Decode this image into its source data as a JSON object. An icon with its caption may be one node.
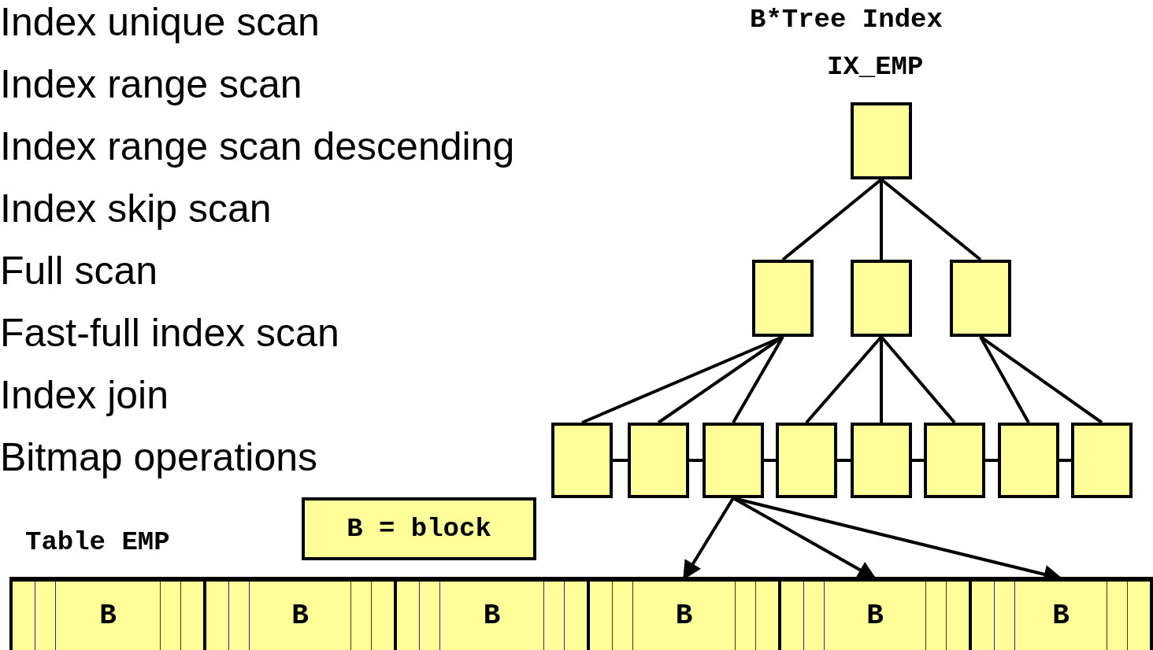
{
  "diagram": {
    "nodes": [
      {
        "text": [],
        "shape": "box"
      },
      {
        "text": [],
        "shape": "box"
      },
      {
        "text": [],
        "shape": "box"
      },
      {
        "text": [],
        "shape": "box"
      },
      {
        "text": [],
        "shape": "box"
      },
      {
        "text": [],
        "shape": "box"
      },
      {
        "text": [],
        "shape": "box"
      },
      {
        "text": [],
        "shape": "box"
      },
      {
        "text": [],
        "shape": "box"
      },
      {
        "text": [],
        "shape": "box"
      },
      {
        "text": [],
        "shape": "box"
      },
      {
        "text": [],
        "shape": "box"
      },
      {
        "text": [
          "B = block"
        ]
      },
      {
        "text": [
          "Table EMP"
        ]
      },
      {
        "text": [
          "B"
        ],
        "in": 13
      },
      {
        "text": [
          "B"
        ],
        "in": 13
      },
      {
        "text": [
          "B"
        ],
        "in": 13
      },
      {
        "text": [
          "B"
        ],
        "in": 13
      },
      {
        "text": [
          "B"
        ],
        "in": 13
      },
      {
        "text": [
          "B"
        ],
        "in": 13
      }
    ],
    "edges": [
      {
        "from": 0,
        "to": 1,
        "arrow": "none"
      },
      {
        "from": 0,
        "to": 2,
        "arrow": "none"
      },
      {
        "from": 0,
        "to": 3,
        "arrow": "none"
      },
      {
        "from": 1,
        "to": 4,
        "arrow": "none"
      },
      {
        "from": 1,
        "to": 5,
        "arrow": "none"
      },
      {
        "from": 1,
        "to": 6,
        "arrow": "none"
      },
      {
        "from": 2,
        "to": 7,
        "arrow": "none"
      },
      {
        "from": 2,
        "to": 8,
        "arrow": "none"
      },
      {
        "from": 2,
        "to": 9,
        "arrow": "none"
      },
      {
        "from": 3,
        "to": 10,
        "arrow": "none"
      },
      {
        "from": 3,
        "to": 11,
        "arrow": "none"
      },
      {
        "from": 4,
        "to": 5,
        "arrow": "none"
      },
      {
        "from": 5,
        "to": 6,
        "arrow": "none"
      },
      {
        "from": 6,
        "to": 7,
        "arrow": "none"
      },
      {
        "from": 7,
        "to": 8,
        "arrow": "none"
      },
      {
        "from": 8,
        "to": 9,
        "arrow": "none"
      },
      {
        "from": 9,
        "to": 10,
        "arrow": "none"
      },
      {
        "from": 10,
        "to": 11,
        "arrow": "none"
      },
      {
        "from": 6,
        "to": 17,
        "arrow": "to"
      },
      {
        "from": 6,
        "to": 18,
        "arrow": "to"
      },
      {
        "from": 6,
        "to": 19,
        "arrow": "to"
      }
    ],
    "labels": [
      "Index unique scan",
      "Index range scan",
      "Index range scan descending",
      "Index skip scan",
      "Full scan",
      "Fast-full index scan",
      "Index join",
      "Bitmap operations",
      "B*Tree Index",
      "IX_EMP"
    ]
  }
}
